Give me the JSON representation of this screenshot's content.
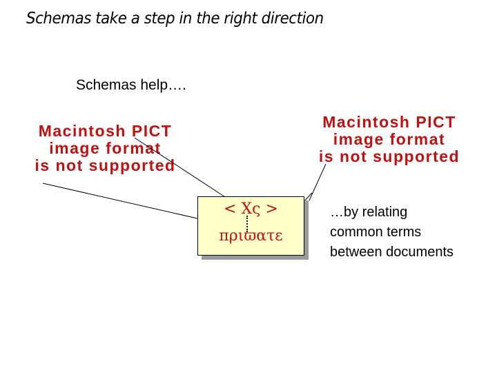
{
  "slide": {
    "title": "Schemas take a step in the right direction",
    "subtitle": "Schemas help….",
    "pict_left": {
      "line1": "Macintosh PICT",
      "line2": "image format",
      "line3": "is not supported"
    },
    "pict_right": {
      "line1": "Macintosh PICT",
      "line2": "image format",
      "line3": "is not supported"
    },
    "code_box": {
      "tag_text": "< Χς >",
      "greek_text": "πριϖατε"
    },
    "caption": {
      "line1": "…by relating",
      "line2": "common terms",
      "line3": "between documents"
    },
    "colors": {
      "accent_red": "#c01010",
      "box_fill": "#ffffc8",
      "shadow": "#9a9a9a"
    }
  }
}
